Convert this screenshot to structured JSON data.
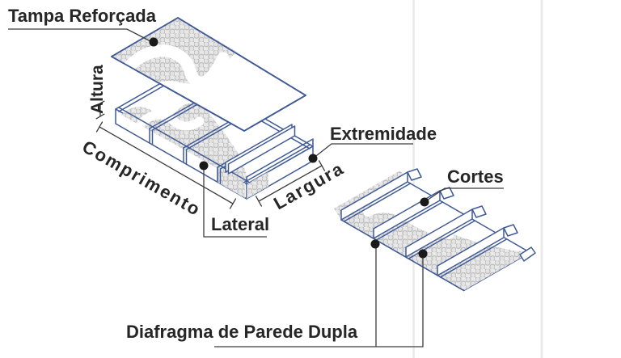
{
  "diagram": {
    "labels": {
      "tampa_reforcada": "Tampa Reforçada",
      "altura": "Altura",
      "comprimento": "Comprimento",
      "lateral": "Lateral",
      "extremidade": "Extremidade",
      "largura": "Largura",
      "cortes": "Cortes",
      "diafragma_parede_dupla": "Diafragma de Parede Dupla"
    },
    "colors": {
      "wire_blue": "#3f5a96",
      "mesh_gray": "#e9e9e9",
      "mesh_wire": "#b5b5b5",
      "leader_gray": "#3c3c3c",
      "text_dark": "#262626",
      "dot_black": "#1a1a1a",
      "guide_gray": "#eaeaea",
      "background": "#ffffff"
    }
  }
}
